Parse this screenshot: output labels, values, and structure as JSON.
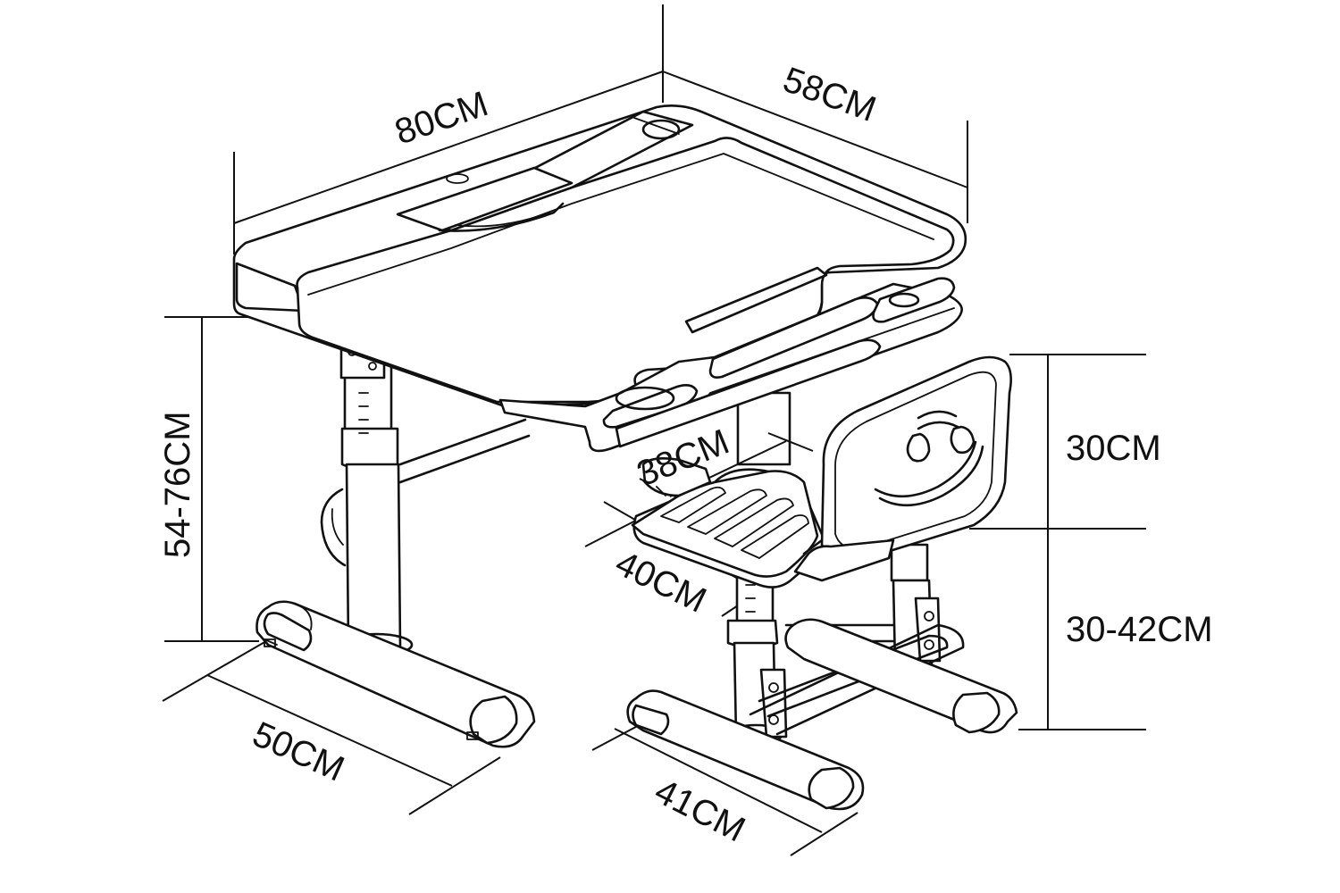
{
  "diagram": {
    "subject": "children's height-adjustable desk and chair set",
    "colors": {
      "line": "#111111",
      "background": "#ffffff"
    },
    "dimensions": {
      "desk_width": "80CM",
      "desk_depth": "58CM",
      "desk_height": "54-76CM",
      "desk_base": "50CM",
      "seat_depth": "38CM",
      "seat_width": "40CM",
      "backrest_height": "30CM",
      "seat_height": "30-42CM",
      "chair_base": "41CM"
    }
  }
}
